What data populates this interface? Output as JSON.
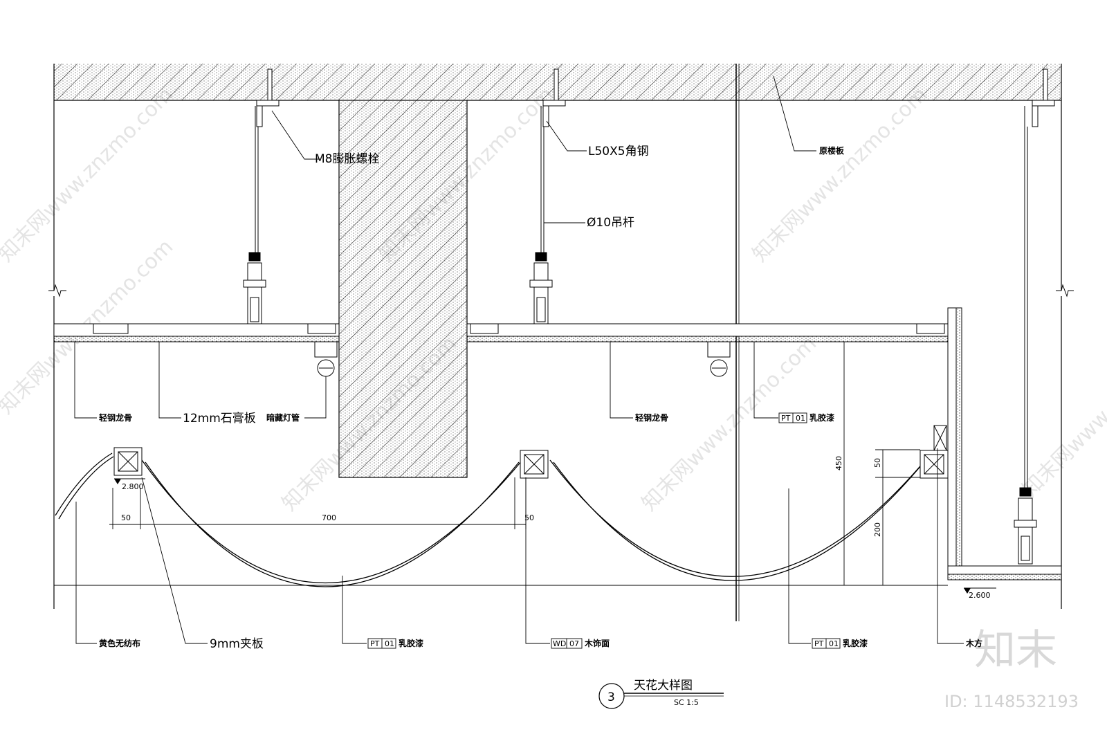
{
  "title": {
    "number": "3",
    "name": "天花大样图",
    "scale": "SC   1:5"
  },
  "labels": {
    "bolt": "M8膨胀螺栓",
    "angle_steel": "L50X5角钢",
    "hanger_rod": "Ø10吊杆",
    "slab": "原楼板",
    "light_keel_left": "轻钢龙骨",
    "gypsum": "12mm石膏板",
    "light_tube": "暗藏灯管",
    "light_keel_mid": "轻钢龙骨",
    "pt_top_code": "PT",
    "pt_top_num": "01",
    "pt_top_text": "乳胶漆",
    "fabric": "黄色无纺布",
    "plywood": "9mm夹板",
    "pt_mid_code": "PT",
    "pt_mid_num": "01",
    "pt_mid_text": "乳胶漆",
    "wd_code": "WD",
    "wd_num": "07",
    "wd_text": "木饰面",
    "pt_right_code": "PT",
    "pt_right_num": "01",
    "pt_right_text": "乳胶漆",
    "timber": "木方"
  },
  "dims": {
    "d50_left": "50",
    "d700": "700",
    "d50_right": "50",
    "d450": "450",
    "d50_v": "50",
    "d200": "200",
    "elev_2800": "2.800",
    "elev_2600": "2.600"
  },
  "watermark": {
    "site": "知末网www.znzmo.com",
    "brand": "知末",
    "id": "ID: 1148532193"
  }
}
